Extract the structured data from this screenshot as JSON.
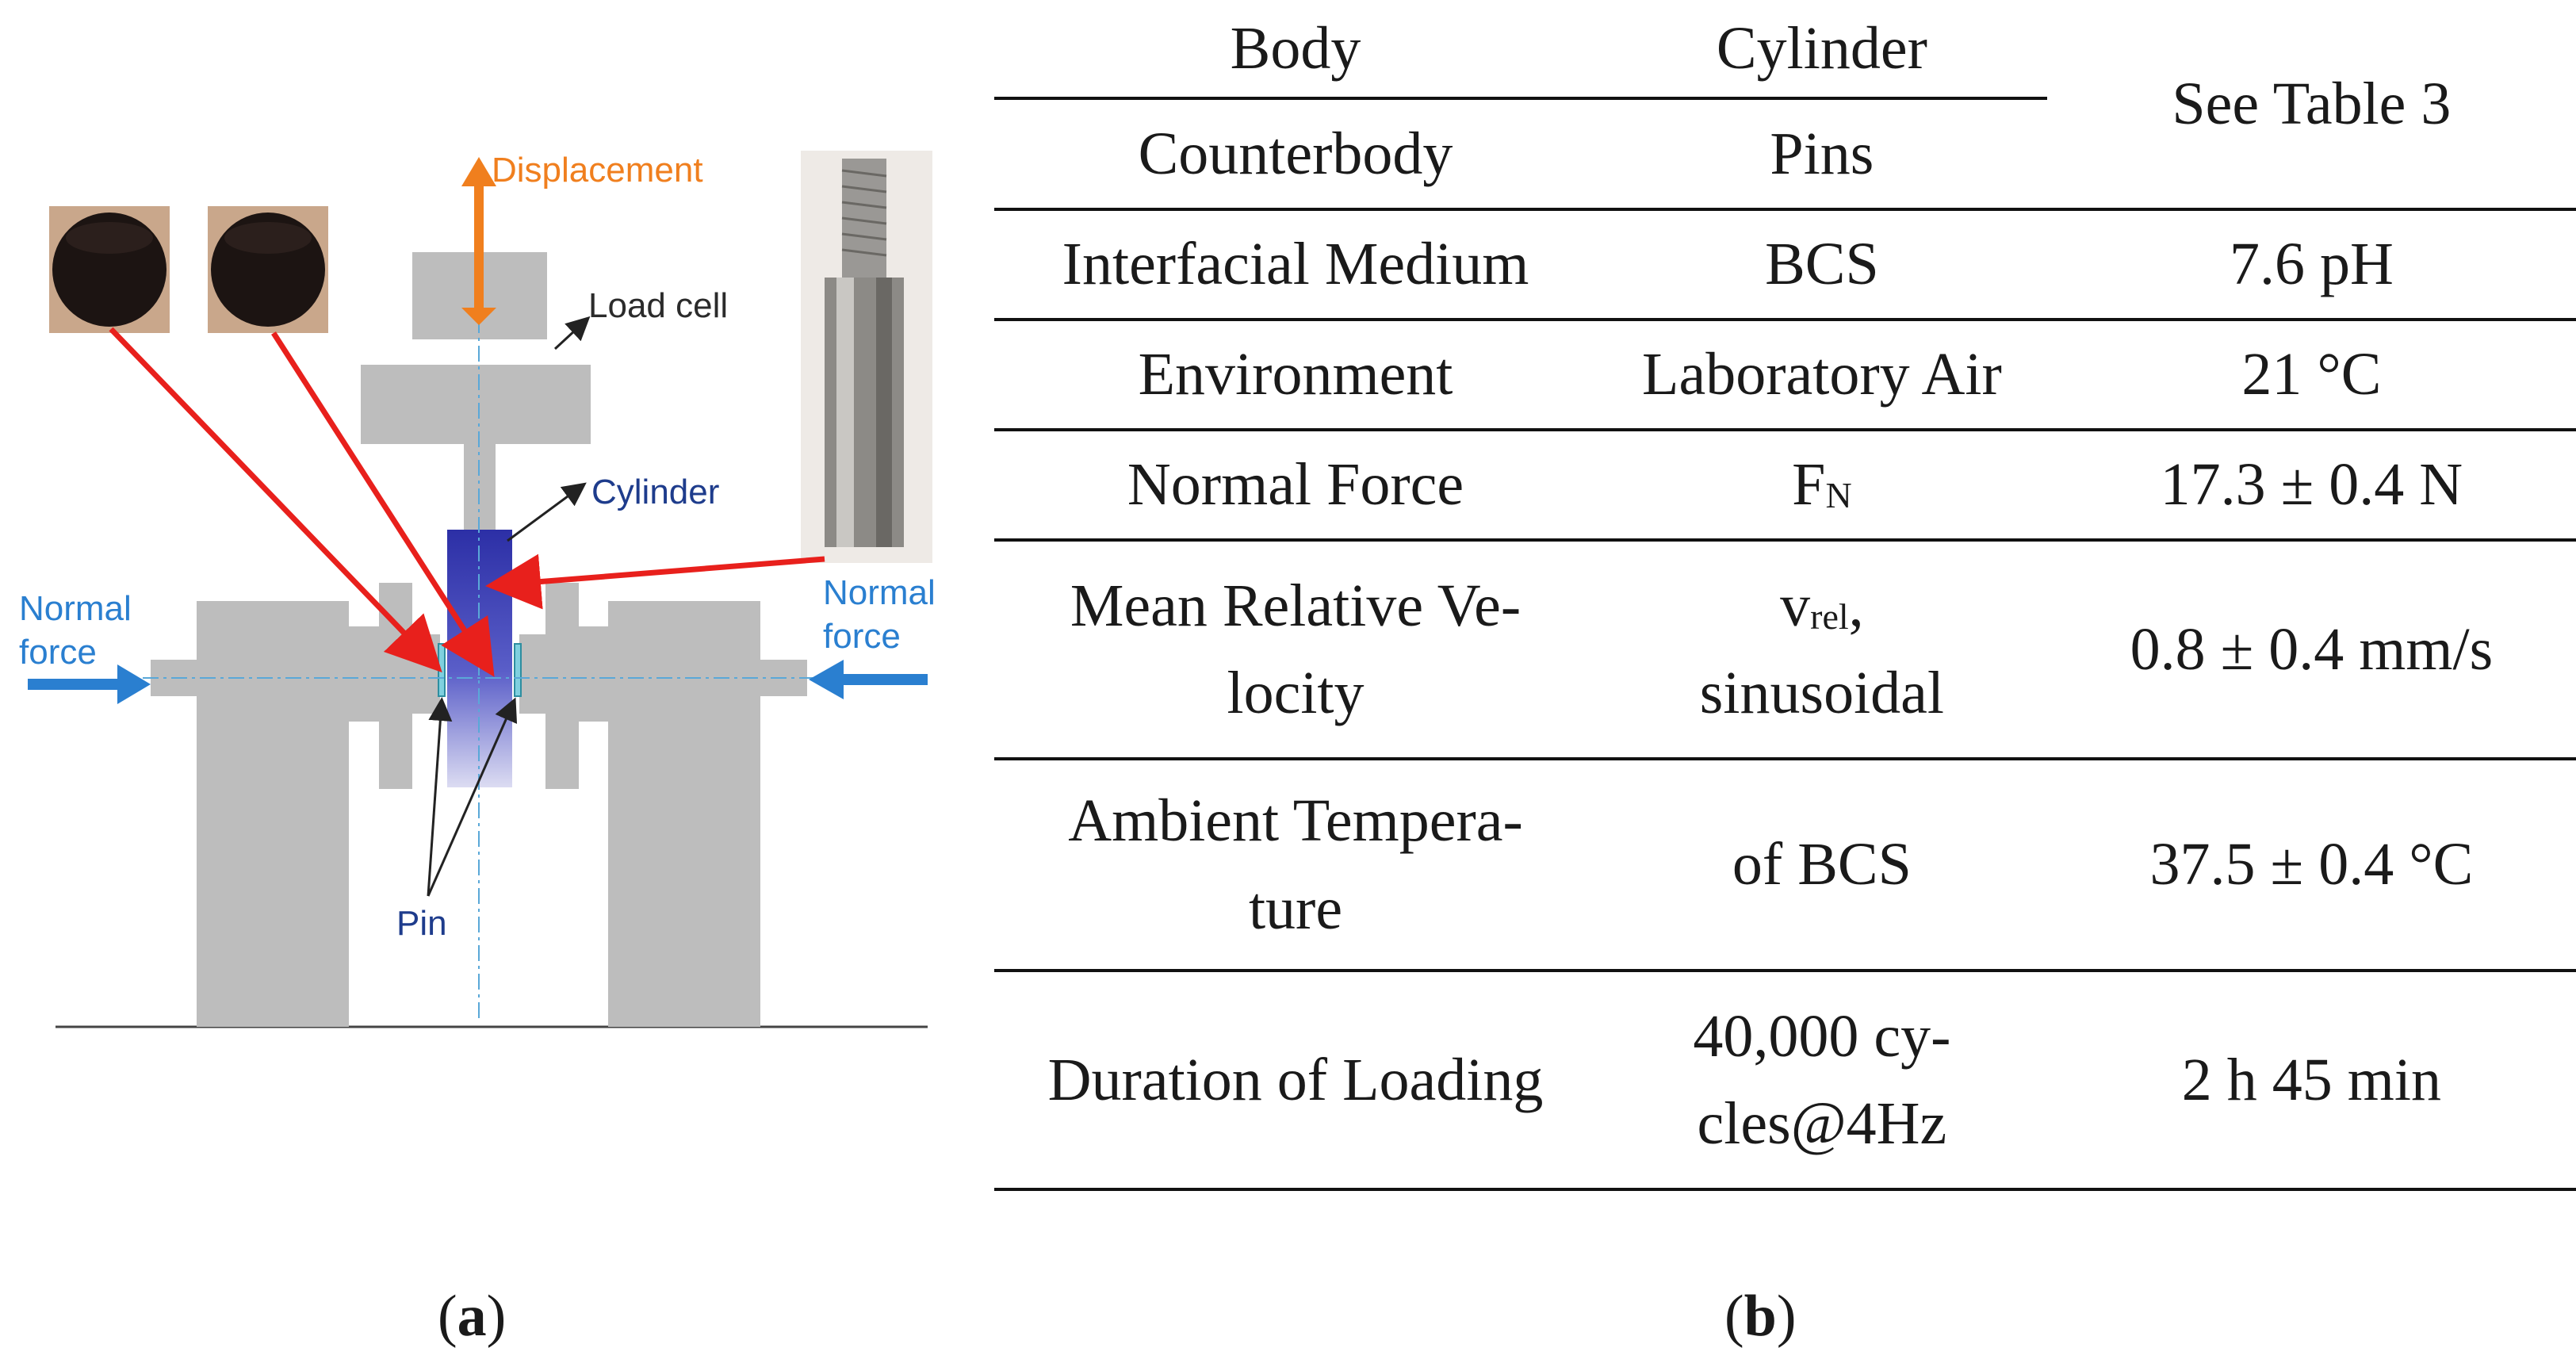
{
  "panel_a": {
    "labels": {
      "displacement": "Displacement",
      "load_cell": "Load cell",
      "cylinder": "Cylinder",
      "normal_force_left_1": "Normal",
      "normal_force_left_2": "force",
      "normal_force_right_1": "Normal",
      "normal_force_right_2": "force",
      "pin": "Pin"
    },
    "colors": {
      "frame_gray": "#bdbdbd",
      "arrow_blue": "#2a7fd0",
      "arrow_orange": "#f07f1e",
      "pointer_red": "#e8201c",
      "cylinder_blue": "#3a3fb0"
    }
  },
  "panel_b": {
    "rows": [
      {
        "c0": "Body",
        "c1": "Cylinder",
        "c2": "See Table 3"
      },
      {
        "c0": "Counterbody",
        "c1": "Pins"
      },
      {
        "c0": "Interfacial Medium",
        "c1": "BCS",
        "c2": "7.6 pH"
      },
      {
        "c0": "Environment",
        "c1": "Laboratory Air",
        "c2": "21 °C"
      },
      {
        "c0": "Normal Force",
        "c1_main": "F",
        "c1_sub": "N",
        "c2": "17.3 ± 0.4 N"
      },
      {
        "c0_l1": "Mean Relative Ve-",
        "c0_l2": "locity",
        "c1_main": "v",
        "c1_sub": "rel",
        "c1_tail": ",",
        "c1_l2": "sinusoidal",
        "c2": "0.8 ± 0.4 mm/s"
      },
      {
        "c0_l1": "Ambient Tempera-",
        "c0_l2": "ture",
        "c1": "of BCS",
        "c2": "37.5 ± 0.4 °C"
      },
      {
        "c0": "Duration of Loading",
        "c1_l1": "40,000 cy-",
        "c1_l2": "cles@4Hz",
        "c2": "2 h 45 min"
      }
    ]
  },
  "captions": {
    "a": "a",
    "b": "b",
    "open": "(",
    "close": ")"
  }
}
